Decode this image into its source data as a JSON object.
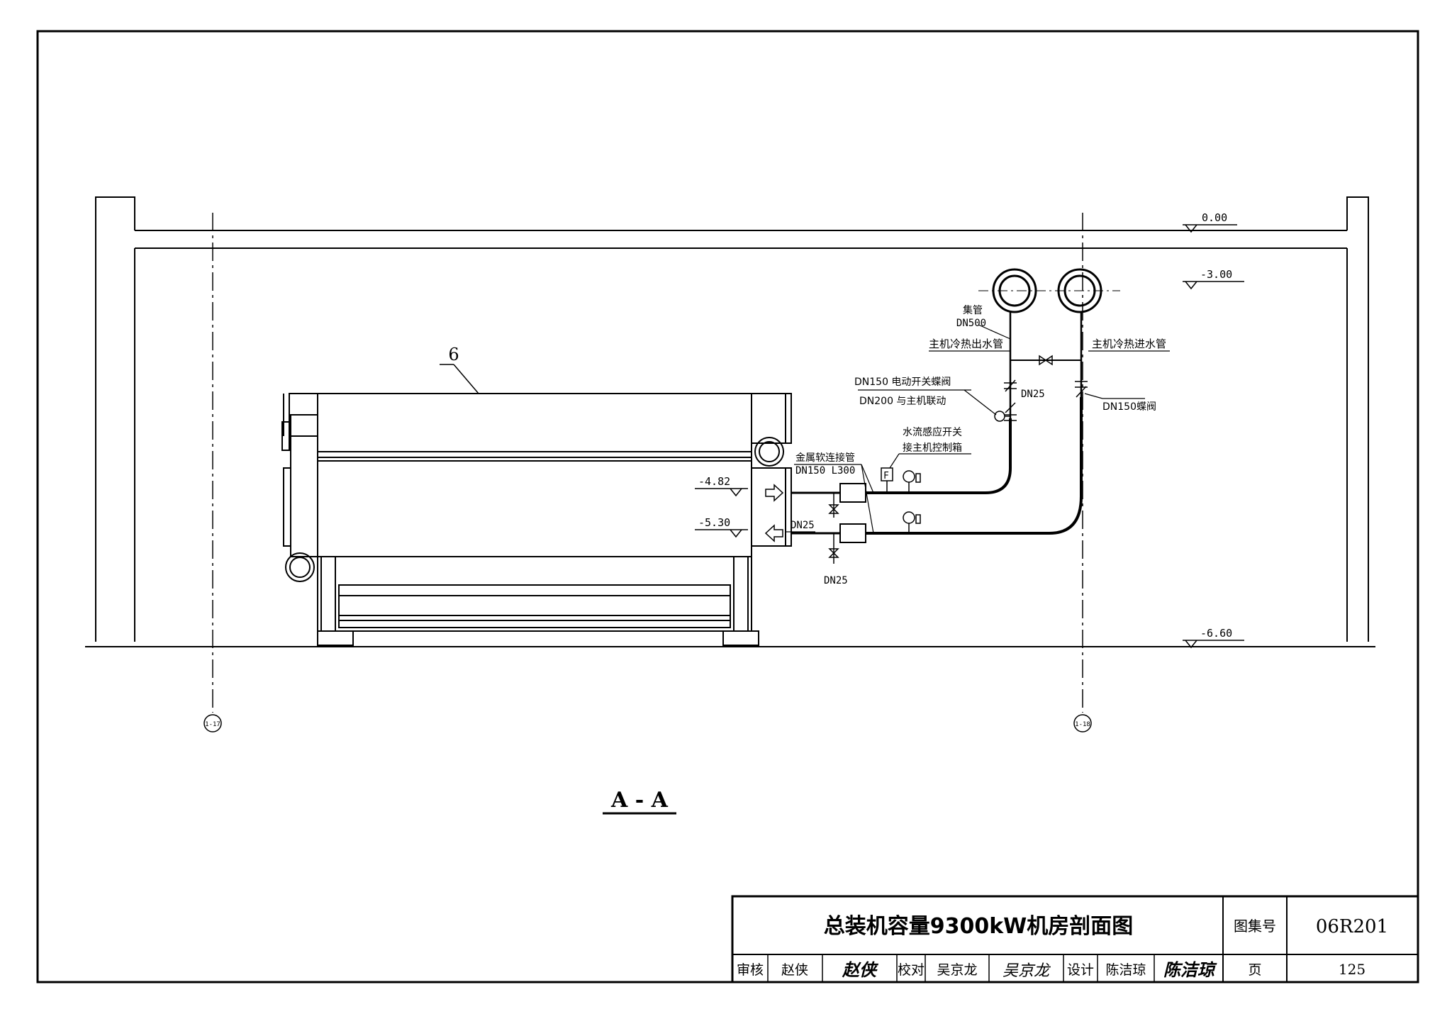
{
  "drawing": {
    "section_title": "A - A",
    "equipment_number": "6",
    "grid_left": "1-17",
    "grid_right": "1-18",
    "elevations": {
      "top": "0.00",
      "ceiling": "-3.00",
      "upper_pipe": "-4.82",
      "lower_pipe": "-5.30",
      "floor": "-6.60"
    },
    "labels": {
      "header": "集管",
      "header_size": "DN500",
      "outlet_pipe": "主机冷热出水管",
      "inlet_pipe": "主机冷热进水管",
      "motor_valve_line1": "DN150 电动开关蝶阀",
      "motor_valve_line2": "DN200 与主机联动",
      "dn25_top": "DN25",
      "butterfly_valve": "DN150蝶阀",
      "flex_line1": "金属软连接管",
      "flex_line2": "DN150 L300",
      "flow_line1": "水流感应开关",
      "flow_line2": "接主机控制箱",
      "dn25_mid": "DN25",
      "dn25_bottom": "DN25",
      "flow_switch_symbol": "F"
    }
  },
  "title_block": {
    "title": "总装机容量9300kW机房剖面图",
    "atlas_label": "图集号",
    "atlas_no": "06R201",
    "review_label": "审核",
    "reviewer": "赵侠",
    "reviewer_sign": "赵侠",
    "check_label": "校对",
    "checker": "吴京龙",
    "checker_sign": "吴京龙",
    "design_label": "设计",
    "designer": "陈洁琼",
    "designer_sign": "陈洁琼",
    "page_label": "页",
    "page_no": "125"
  }
}
